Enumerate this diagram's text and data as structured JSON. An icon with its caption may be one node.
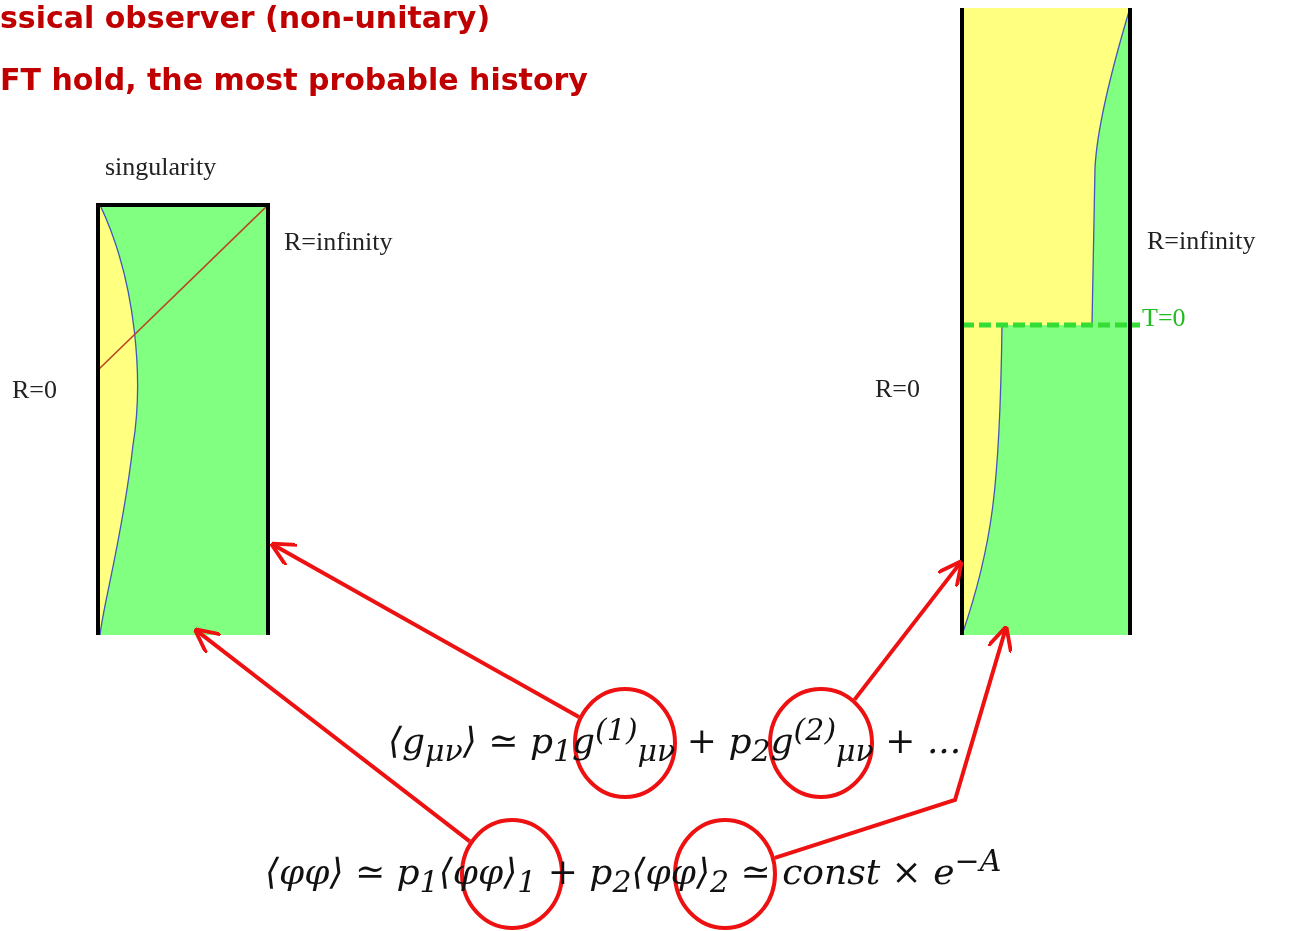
{
  "diagram": {
    "nodes": [
      {
        "text": [],
        "shape": "picture",
        "beside": [
          "singularity",
          "R=infinity",
          "R=0"
        ]
      },
      {
        "text": [],
        "shape": "picture",
        "beside": [
          "R=infinity",
          "T=0",
          "R=0"
        ]
      },
      {
        "text": [],
        "shape": "circle"
      },
      {
        "text": [],
        "shape": "circle"
      },
      {
        "text": [],
        "shape": "circle"
      },
      {
        "text": [],
        "shape": "circle"
      }
    ],
    "edges": [
      {
        "from": 2,
        "to": 0,
        "arrow": "to"
      },
      {
        "from": 3,
        "to": 1,
        "arrow": "to"
      },
      {
        "from": 4,
        "to": 0,
        "arrow": "to"
      },
      {
        "from": 5,
        "to": 1,
        "arrow": "to"
      }
    ],
    "labels": [
      "ssical observer (non-unitary)",
      "FT hold, the most probable history",
      "⟨g$_{μν}$⟩ ≃ p$_{1}$g$^{(1)}$$_{μν}$ + p$_{2}$g$^{(2)}$$_{μν}$ + ...",
      "⟨φφ⟩ ≃ p$_{1}$⟨φφ⟩$_{1}$ + p$_{2}$⟨φφ⟩$_{2}$ ≃ const × e$^{−A}$"
    ]
  }
}
